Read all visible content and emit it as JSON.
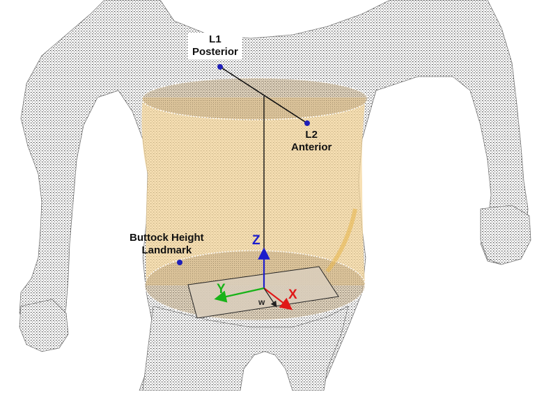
{
  "landmarks": {
    "l1": {
      "line1": "L1",
      "line2": "Posterior"
    },
    "l2": {
      "line1": "L2",
      "line2": "Anterior"
    },
    "buttock": {
      "line1": "Buttock Height",
      "line2": "Landmark"
    }
  },
  "axes": {
    "z": "Z",
    "y": "Y",
    "x": "X",
    "w": "w"
  },
  "colors": {
    "torso_band": "#f4d497",
    "landmark_dot": "#1f1fb8",
    "z_axis": "#1c1ccc",
    "y_axis": "#18b318",
    "x_axis": "#e01818",
    "w_vector": "#222222",
    "plane": "#d9cdbb",
    "mesh": "#555555"
  },
  "icons": [
    "body-mesh",
    "landmark-dot",
    "axis-arrow"
  ]
}
